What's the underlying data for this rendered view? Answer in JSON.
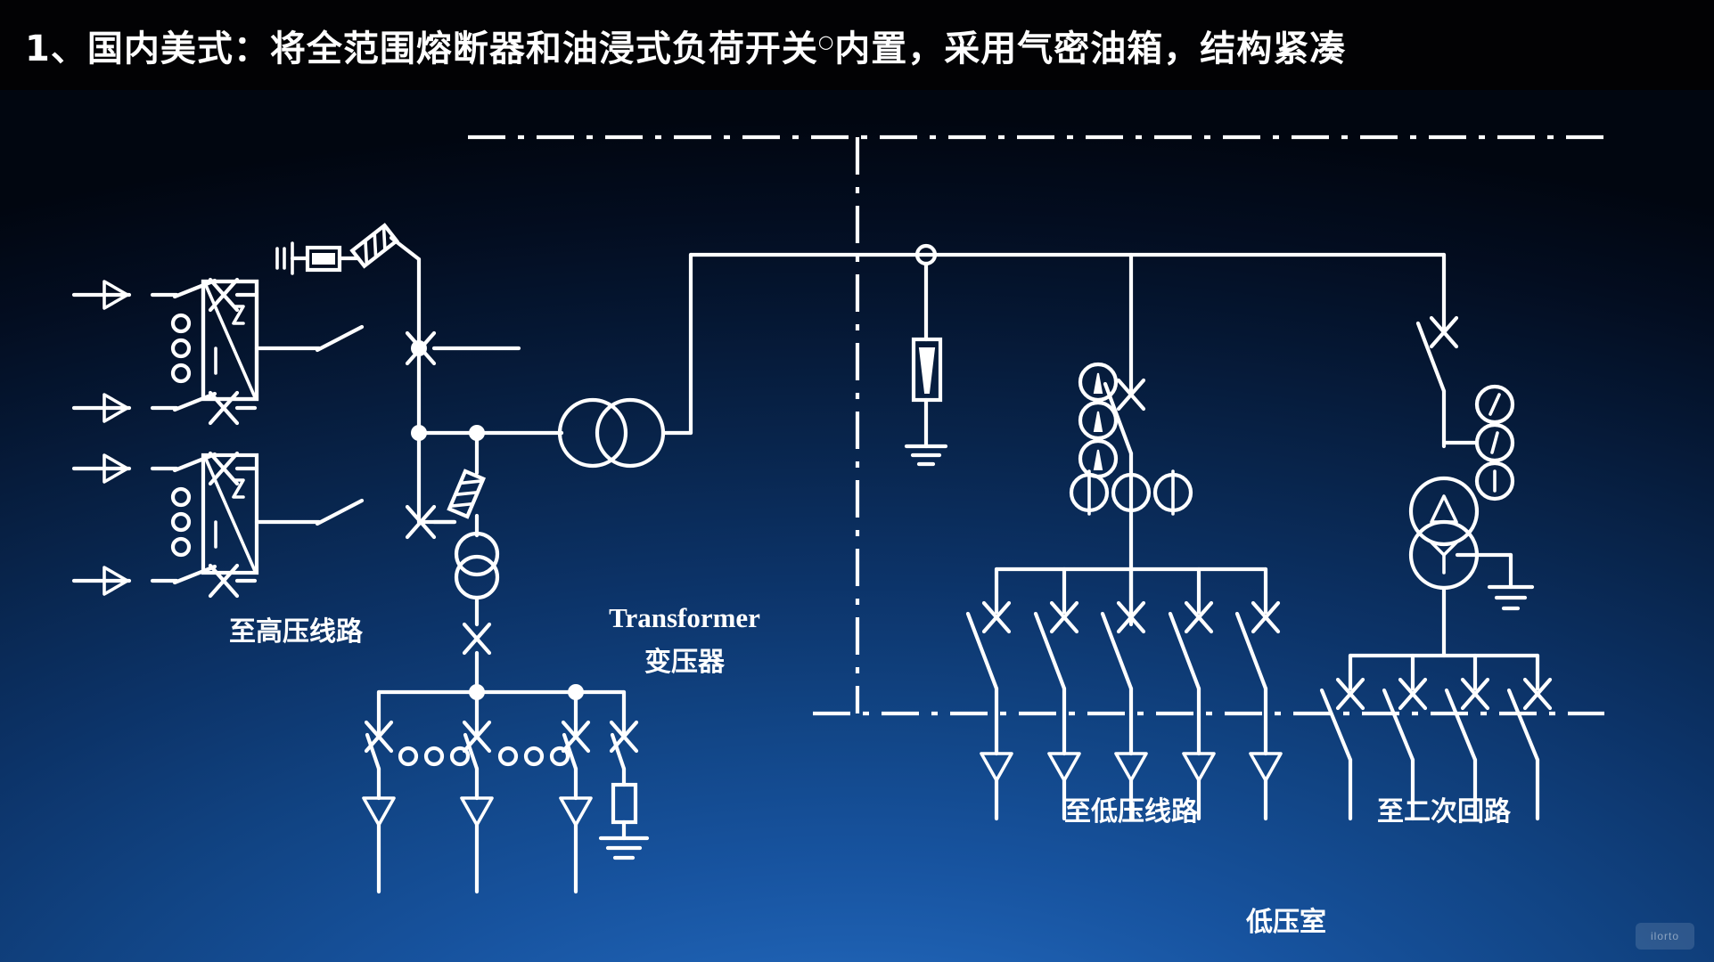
{
  "title": {
    "prefix": "1、国内美式：将全范围熔断器和油浸式负荷开关",
    "superscript": "○",
    "suffix": "内置，采用气密油箱，结构紧凑",
    "full": "1、国内美式：将全范围熔断器和油浸式负荷开关○内置，采用气密油箱，结构紧凑"
  },
  "colors": {
    "background_top": "#000000",
    "diagram_bg_dark": "#010610",
    "diagram_bg_light": "#2a72c4",
    "line": "#ffffff"
  },
  "labels": {
    "hv_lines": "至高压线路",
    "transformer_en": "Transformer",
    "transformer_cn": "变压器",
    "lv_lines": "至低压线路",
    "secondary_circuits": "至二次回路",
    "lv_room": "低压室"
  },
  "watermark": "ilorto",
  "diagram": {
    "type": "single-line-diagram",
    "sections": [
      {
        "name": "hv-incoming",
        "label": "至高压线路",
        "feeders": [
          {
            "id": "hv-feeder-1",
            "terminator": "cable-arrow",
            "switch": "disconnect-x",
            "into": "loop-switch-box-1"
          },
          {
            "id": "hv-feeder-2",
            "terminator": "cable-arrow",
            "switch": "disconnect-x",
            "into": "loop-switch-box-1"
          },
          {
            "id": "hv-feeder-3",
            "terminator": "cable-arrow",
            "switch": "disconnect-x",
            "into": "loop-switch-box-2"
          },
          {
            "id": "hv-feeder-4",
            "terminator": "cable-arrow",
            "switch": "disconnect-x",
            "into": "loop-switch-box-2"
          }
        ],
        "boxes": [
          {
            "id": "loop-switch-box-1",
            "symbol": "load-break-switch"
          },
          {
            "id": "loop-switch-box-2",
            "symbol": "load-break-switch"
          }
        ]
      },
      {
        "name": "hv-top-branch",
        "elements": [
          "ground-symbol",
          "surge-arrester-box",
          "fuse-inclined"
        ]
      },
      {
        "name": "transformer-main",
        "label_en": "Transformer",
        "label_cn": "变压器",
        "symbol": "two-circle-transformer"
      },
      {
        "name": "hv-sub-branch",
        "elements": [
          "fuse-inclined",
          "small-transformer-two-circle",
          "disconnect-x",
          "lv-distribution-bus"
        ]
      },
      {
        "name": "lv-room",
        "label": "低压室",
        "elements": [
          "surge-arrester-with-ground",
          "ammeter-1",
          "ammeter-2",
          "ammeter-3",
          "current-transformer-1",
          "current-transformer-2",
          "current-transformer-3",
          "main-breaker"
        ],
        "lv_feeder_count": 5,
        "lv_feeder_label": "至低压线路"
      },
      {
        "name": "secondary-circuits",
        "label": "至二次回路",
        "elements": [
          "meter-1",
          "meter-2",
          "meter-3",
          "delta-winding",
          "wye-winding",
          "neutral-ground"
        ],
        "branch_count": 4
      }
    ]
  }
}
